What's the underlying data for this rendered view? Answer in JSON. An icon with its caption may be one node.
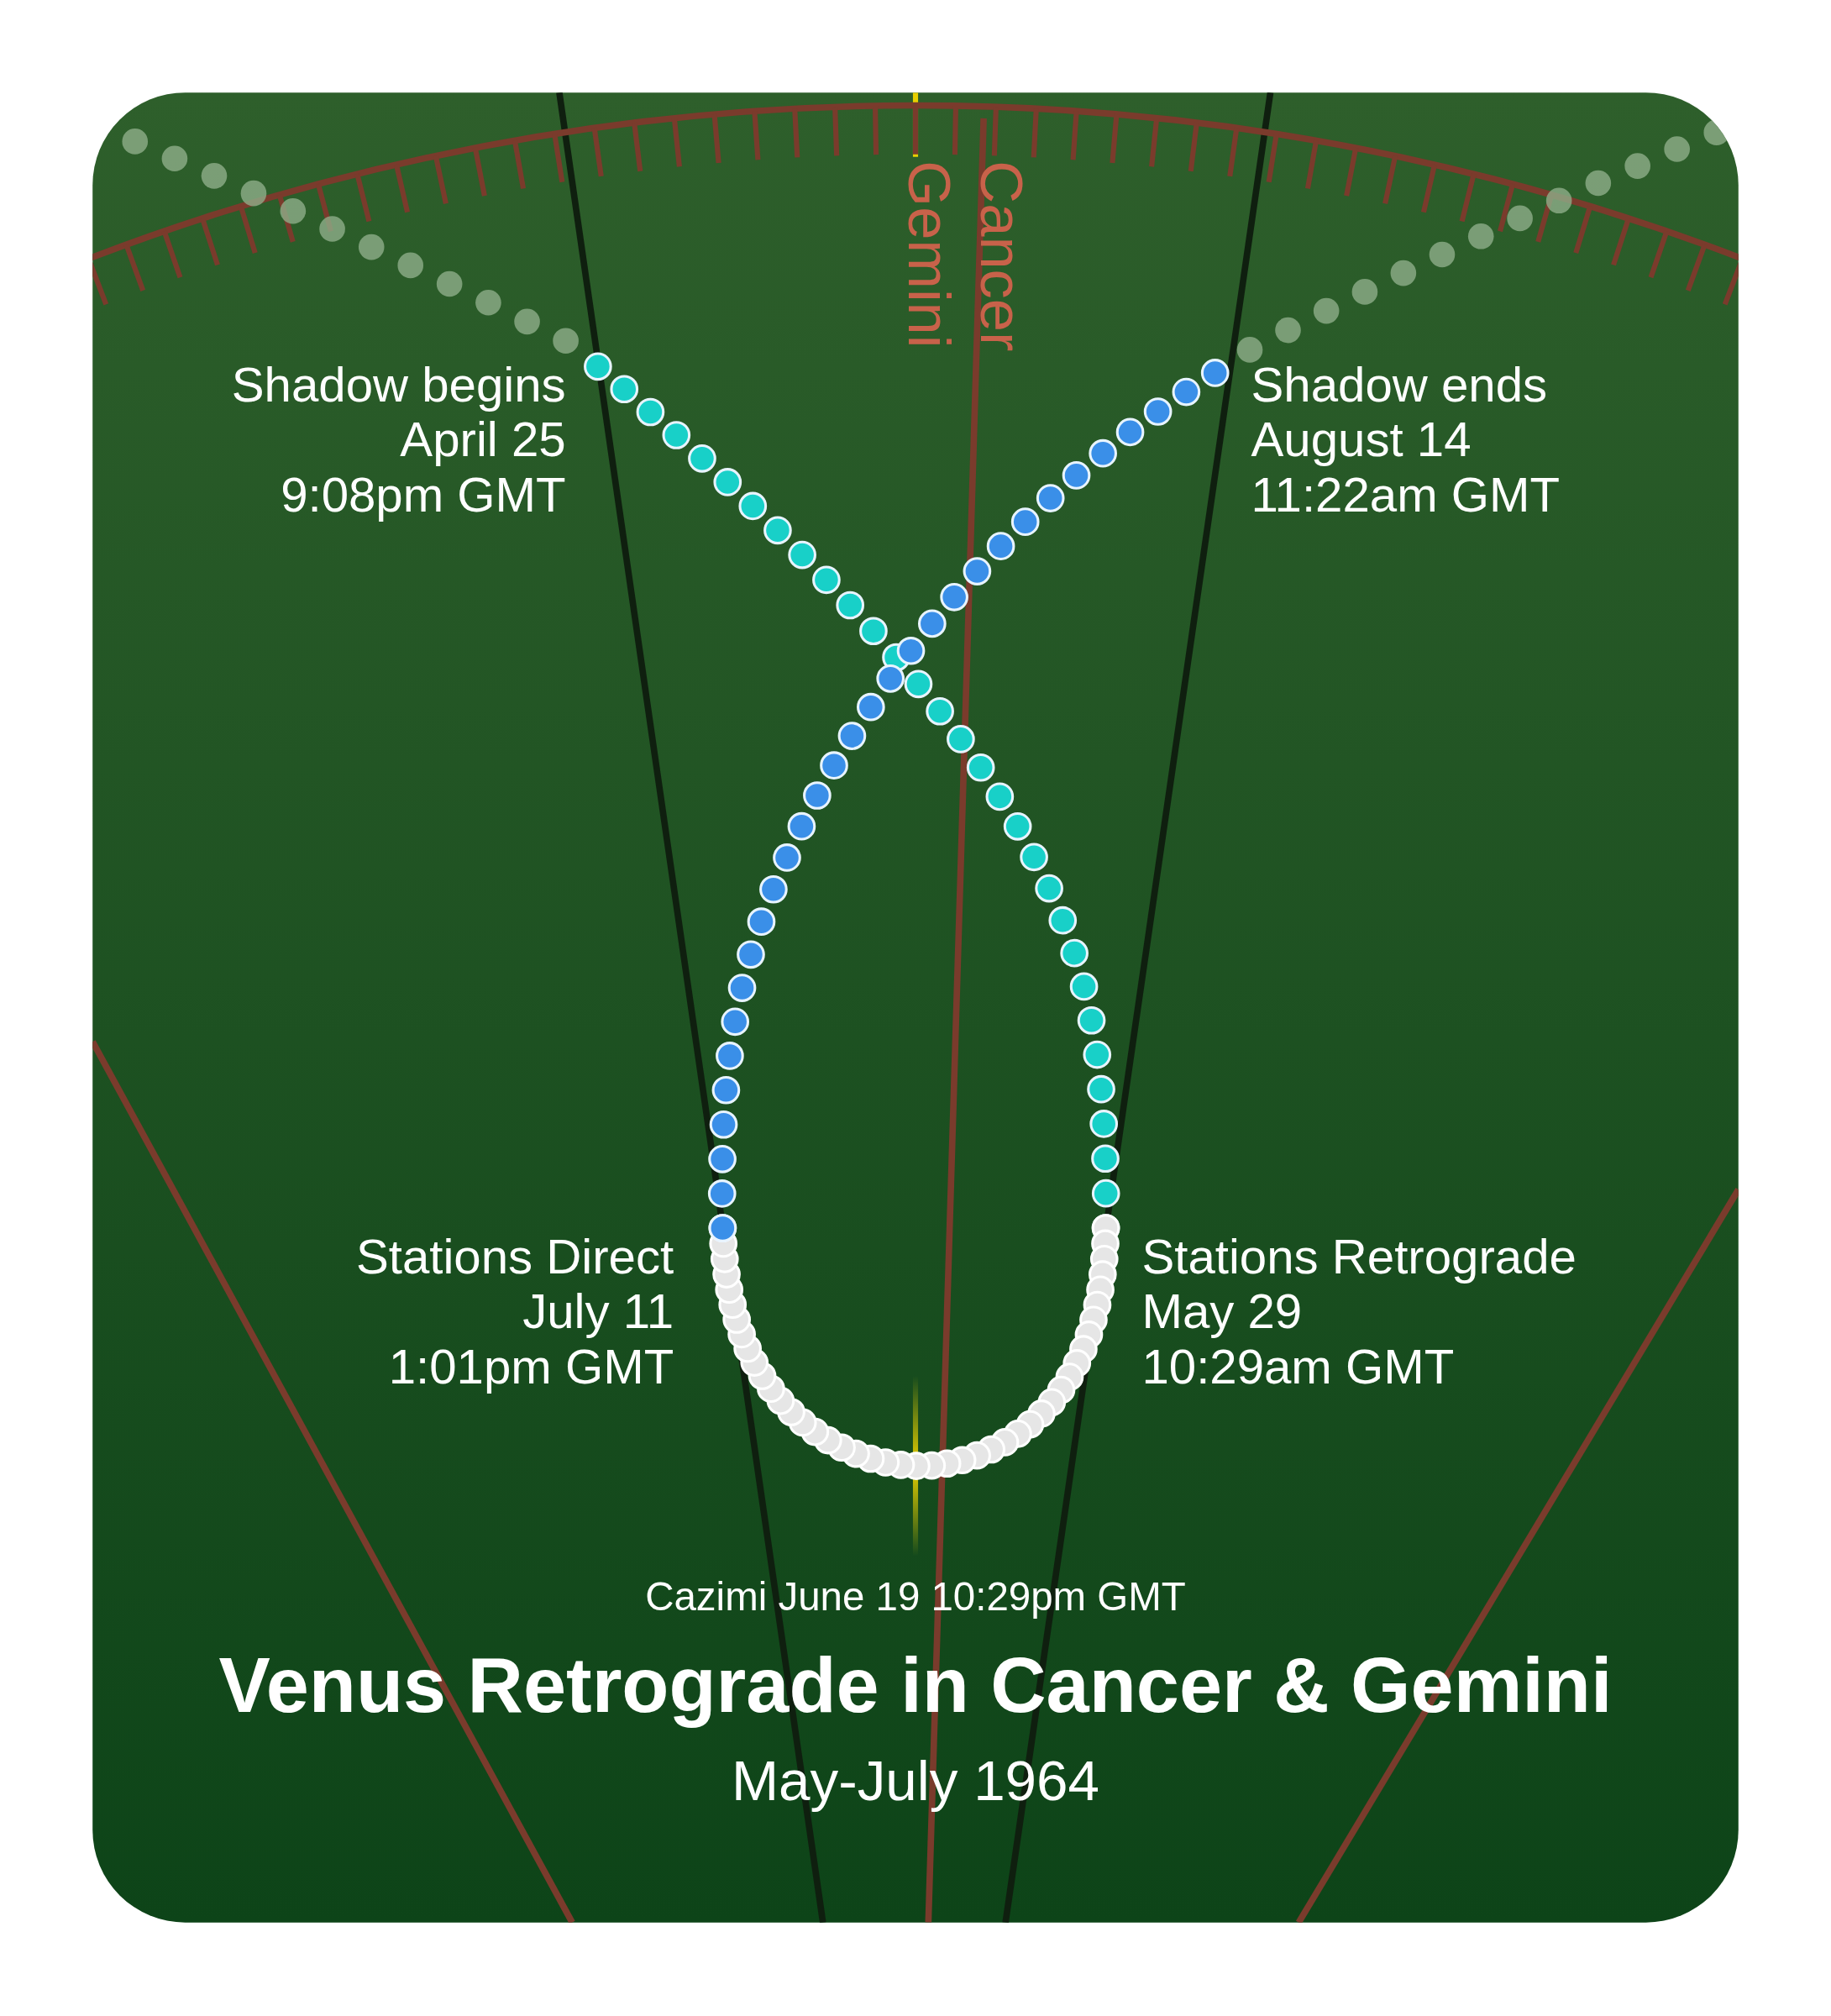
{
  "diagram": {
    "title": "Venus Retrograde in Cancer & Gemini",
    "caption": "May-July 1964",
    "labels": [
      "Cancer",
      "Gemini",
      "Shadow begins April 25 9:08pm GMT",
      "Shadow ends August 14 11:22am GMT",
      "Stations Direct July 11 1:01pm GMT",
      "Stations Retrograde May 29 10:29am GMT",
      "Cazimi June 19 10:29pm GMT"
    ]
  }
}
